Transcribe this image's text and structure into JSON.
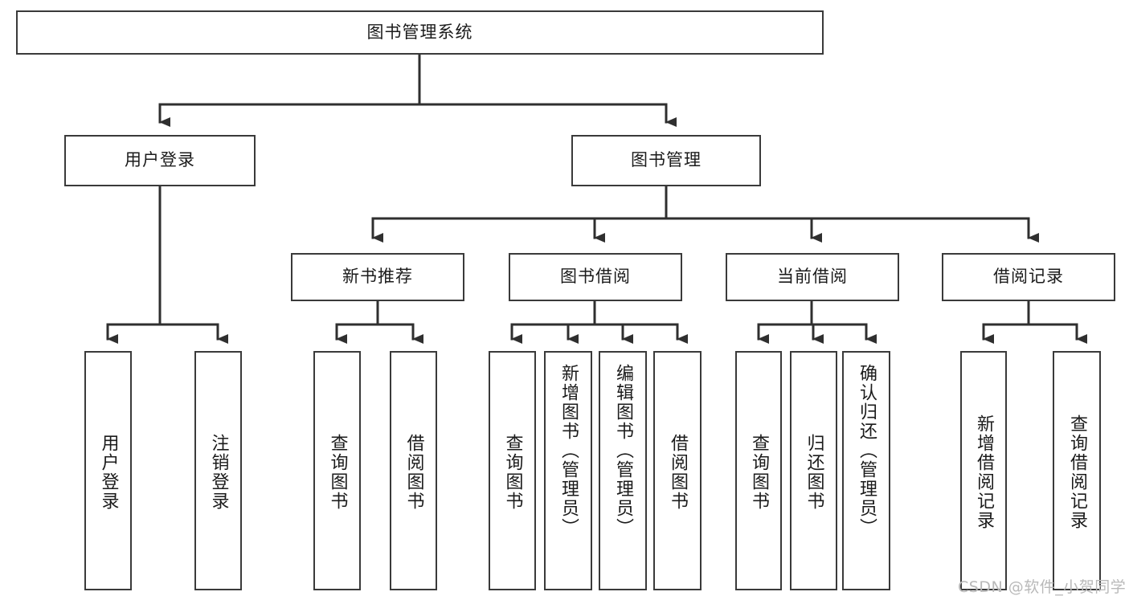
{
  "diagram": {
    "type": "tree",
    "title": "图书管理系统",
    "root": {
      "id": "root",
      "label": "图书管理系统"
    },
    "level2": [
      {
        "id": "user-login",
        "label": "用户登录"
      },
      {
        "id": "book-manage",
        "label": "图书管理"
      }
    ],
    "level3": [
      {
        "id": "new-book-rec",
        "label": "新书推荐",
        "parent": "book-manage"
      },
      {
        "id": "book-borrow",
        "label": "图书借阅",
        "parent": "book-manage"
      },
      {
        "id": "current-borrow",
        "label": "当前借阅",
        "parent": "book-manage"
      },
      {
        "id": "borrow-record",
        "label": "借阅记录",
        "parent": "book-manage"
      }
    ],
    "leaves": [
      {
        "id": "leaf-user-login",
        "label": "用户登录",
        "parent": "user-login"
      },
      {
        "id": "leaf-user-logout",
        "label": "注销登录",
        "parent": "user-login"
      },
      {
        "id": "leaf-query-book-1",
        "label": "查询图书",
        "parent": "new-book-rec"
      },
      {
        "id": "leaf-borrow-book-1",
        "label": "借阅图书",
        "parent": "new-book-rec"
      },
      {
        "id": "leaf-query-book-2",
        "label": "查询图书",
        "parent": "book-borrow"
      },
      {
        "id": "leaf-add-book",
        "label": "新增图书（管理员）",
        "parent": "book-borrow"
      },
      {
        "id": "leaf-edit-book",
        "label": "编辑图书（管理员）",
        "parent": "book-borrow"
      },
      {
        "id": "leaf-borrow-book-2",
        "label": "借阅图书",
        "parent": "book-borrow"
      },
      {
        "id": "leaf-query-book-3",
        "label": "查询图书",
        "parent": "current-borrow"
      },
      {
        "id": "leaf-return-book",
        "label": "归还图书",
        "parent": "current-borrow"
      },
      {
        "id": "leaf-confirm-return",
        "label": "确认归还（管理员）",
        "parent": "current-borrow"
      },
      {
        "id": "leaf-add-record",
        "label": "新增借阅记录",
        "parent": "borrow-record"
      },
      {
        "id": "leaf-query-record",
        "label": "查询借阅记录",
        "parent": "borrow-record"
      }
    ],
    "watermark": "CSDN @软件_小贺同学",
    "colors": {
      "border": "#3a3a3a",
      "edge": "#2f2f2f",
      "text": "#1b1b1b",
      "background": "#ffffff",
      "watermark": "#b9b9b9"
    }
  }
}
